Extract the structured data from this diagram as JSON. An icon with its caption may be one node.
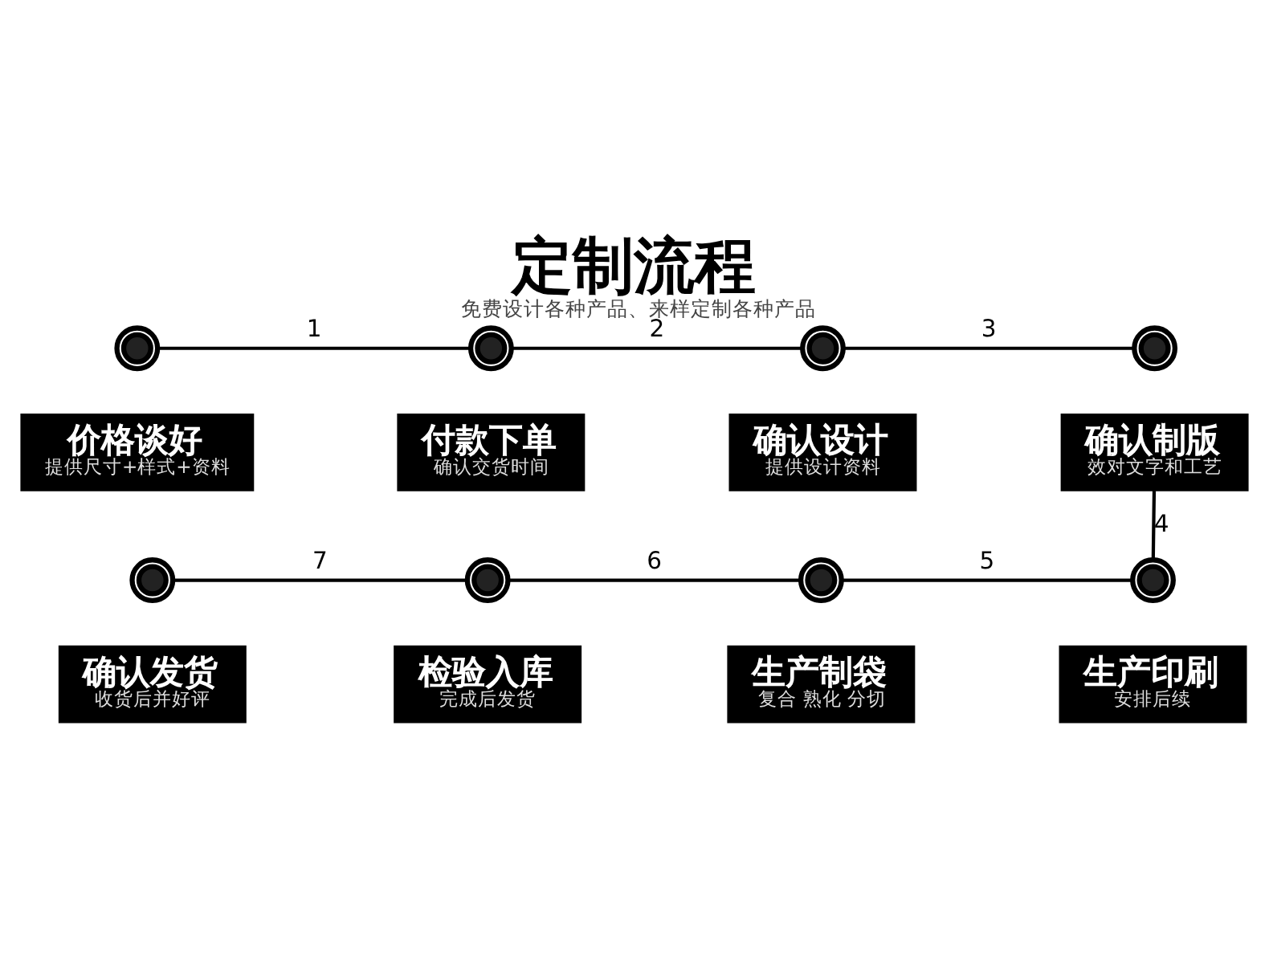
{
  "diagram": {
    "title": "定制流程",
    "caption": "免费设计各种产品、来样定制各种产品",
    "nodes": [
      {
        "text": [
          "价格谈好",
          "提供尺寸+样式+资料"
        ]
      },
      {
        "text": [
          "付款下单",
          "确认交货时间"
        ]
      },
      {
        "text": [
          "确认设计",
          "提供设计资料"
        ]
      },
      {
        "text": [
          "确认制版",
          "效对文字和工艺"
        ]
      },
      {
        "text": [
          "确认发货",
          "收货后并好评"
        ]
      },
      {
        "text": [
          "检验入库",
          "完成后发货"
        ]
      },
      {
        "text": [
          "生产制袋",
          "复合 熟化 分切"
        ]
      },
      {
        "text": [
          "生产印刷",
          "安排后续"
        ]
      },
      {
        "text": [],
        "shape": "circle"
      },
      {
        "text": [],
        "shape": "circle"
      },
      {
        "text": [],
        "shape": "circle"
      },
      {
        "text": [],
        "shape": "circle"
      },
      {
        "text": [],
        "shape": "circle"
      },
      {
        "text": [],
        "shape": "circle"
      },
      {
        "text": [],
        "shape": "circle"
      },
      {
        "text": [],
        "shape": "circle"
      }
    ],
    "edges": [
      {
        "from": 8,
        "to": 9,
        "arrow": "none",
        "label": "1"
      },
      {
        "from": 9,
        "to": 10,
        "arrow": "none",
        "label": "2"
      },
      {
        "from": 10,
        "to": 11,
        "arrow": "none",
        "label": "3"
      },
      {
        "from": 3,
        "to": 15,
        "arrow": "none",
        "label": "4"
      },
      {
        "from": 15,
        "to": 14,
        "arrow": "none",
        "label": "5"
      },
      {
        "from": 14,
        "to": 13,
        "arrow": "none",
        "label": "6"
      },
      {
        "from": 13,
        "to": 12,
        "arrow": "none",
        "label": "7"
      }
    ]
  }
}
